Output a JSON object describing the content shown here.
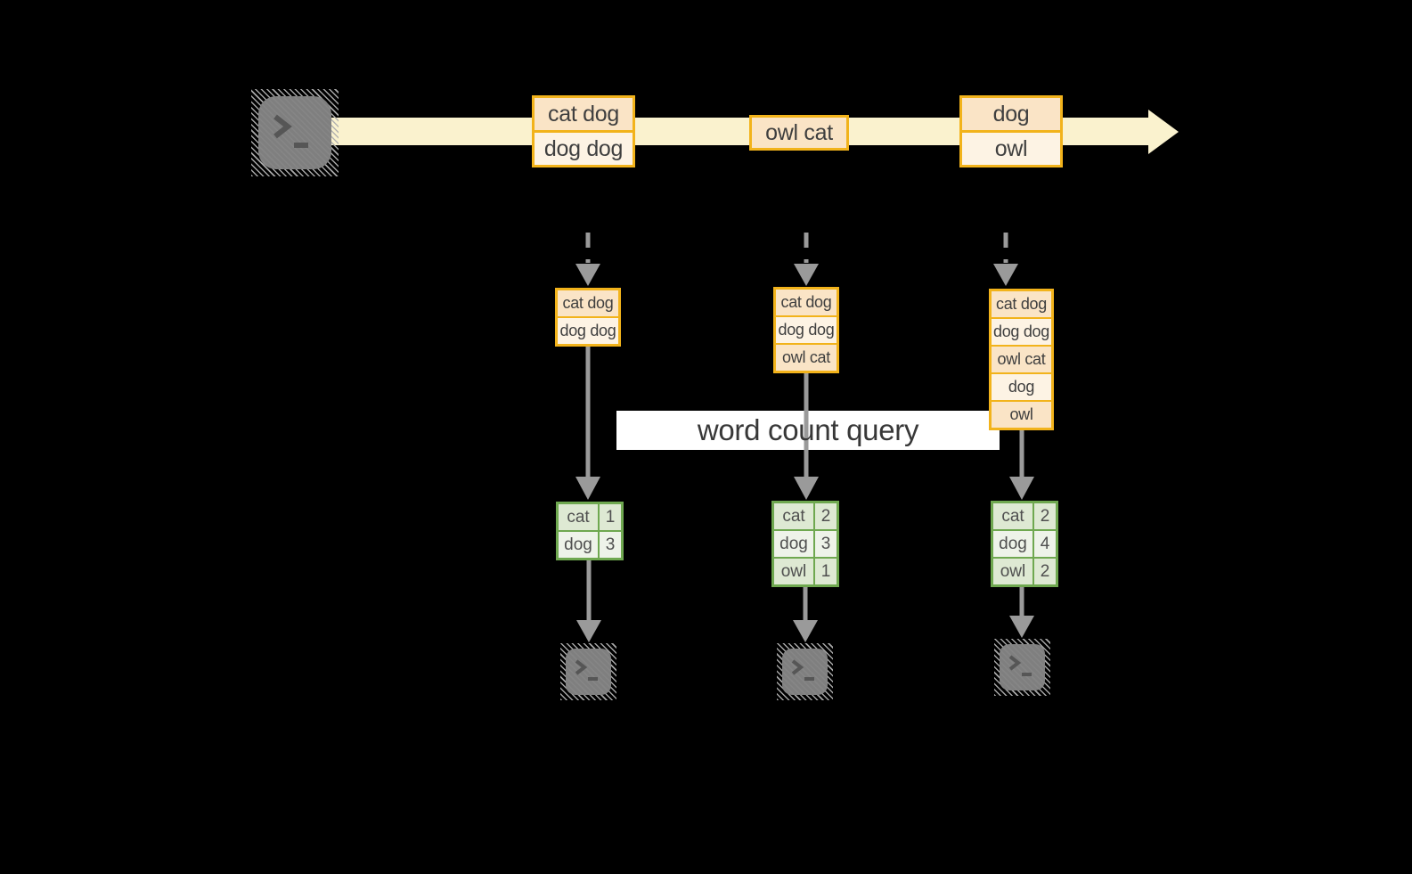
{
  "query": {
    "label": "word count query"
  },
  "stream": {
    "batches": [
      {
        "rows": [
          "cat dog",
          "dog dog"
        ]
      },
      {
        "rows": [
          "owl cat"
        ]
      },
      {
        "rows": [
          "dog",
          "owl"
        ]
      }
    ]
  },
  "columns": [
    {
      "buffer": [
        "cat dog",
        "dog dog"
      ],
      "counts": [
        {
          "word": "cat",
          "count": "1"
        },
        {
          "word": "dog",
          "count": "3"
        }
      ]
    },
    {
      "buffer": [
        "cat dog",
        "dog dog",
        "owl cat"
      ],
      "counts": [
        {
          "word": "cat",
          "count": "2"
        },
        {
          "word": "dog",
          "count": "3"
        },
        {
          "word": "owl",
          "count": "1"
        }
      ]
    },
    {
      "buffer": [
        "cat dog",
        "dog dog",
        "owl cat",
        "dog",
        "owl"
      ],
      "counts": [
        {
          "word": "cat",
          "count": "2"
        },
        {
          "word": "dog",
          "count": "4"
        },
        {
          "word": "owl",
          "count": "2"
        }
      ]
    }
  ],
  "icons": {
    "terminal": ">_"
  },
  "colors": {
    "background": "#000000",
    "stream_arrow": "#FAF2CE",
    "box_border": "#F2B31B",
    "box_fill_dark": "#FAE4C6",
    "box_fill_light": "#FDF3E4",
    "table_border": "#6FA850",
    "table_fill_dark": "#DEE9D3",
    "table_fill_light": "#EEF3E9",
    "arrow_gray": "#9A9A9A",
    "terminal_gray": "#7F7F7F",
    "query_band": "#FFFFFF",
    "text": "#3F3F3F"
  }
}
